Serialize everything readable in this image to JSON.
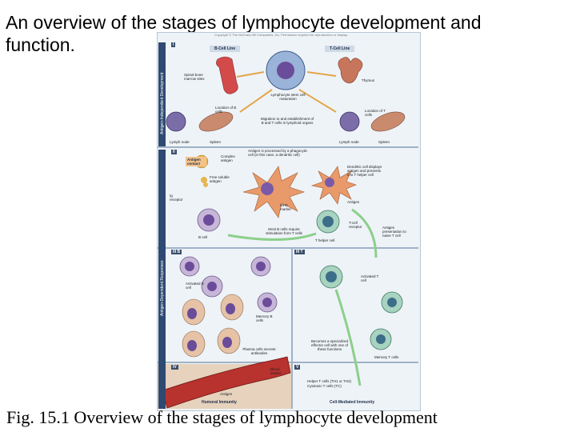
{
  "slide": {
    "title": "An overview of the stages of lymphocyte development and function.",
    "caption": "Fig. 15.1 Overview of the stages of lymphocyte development"
  },
  "figure": {
    "copyright": "Copyright © The McGraw-Hill Companies, Inc. Permission required for reproduction or display.",
    "side_labels": {
      "top": "Antigen-Independent Development",
      "bottom": "Antigen-Dependent Responses"
    },
    "panels": {
      "p1": "I",
      "p2": "II",
      "p3b": "III B",
      "p3t": "III T",
      "p4": "IV",
      "p5": "V"
    },
    "headers": {
      "b_line": "B-Cell Line",
      "t_line": "T-Cell Line"
    },
    "labels": {
      "spinal_marrow": "Spinal bone marrow sites",
      "thymus": "Thymus",
      "stem_cell": "Lymphocyte stem cell maturation",
      "loc_b": "Location of B cells",
      "loc_t": "Location of T cells",
      "migration": "Migration to and establishment of B and T cells in lymphoid organs",
      "lymph_node_left": "Lymph node",
      "spleen_left": "Spleen",
      "lymph_node_right": "Lymph node",
      "spleen_right": "Spleen",
      "antigen_contact": "Antigen contact",
      "complex_antigen": "Complex antigen",
      "antigen_processed": "Antigen is processed by a phagocytic cell (in this case, a dendritic cell)",
      "free_antigen": "Free soluble antigen",
      "dendritic": "Dendritic cell displays antigen and presents it to T helper cell",
      "ig_receptor": "Ig receptor",
      "antigen": "Antigen",
      "mhc": "MHC marker",
      "most_b": "Most B cells require stimulation from T cells",
      "tcell_receptor": "T-cell receptor",
      "antigen_presentation": "Antigen presentation to naive T cell",
      "b_cell": "B cell",
      "t_helper": "T helper cell",
      "activated_b": "Activated B cell",
      "activated_t": "Activated T cell",
      "memory_b": "Memory B cells",
      "plasma": "Plasma cells secrete antibodies",
      "becomes": "Becomes a specialized effector cell with one of these functions",
      "memory_t": "Memory T cells",
      "blood_vessel": "Blood vessel",
      "antigen_bottom": "Antigen",
      "helper_t": "Helper T cells (TH1 or TH2)",
      "cytotoxic": "Cytotoxic T cells (TC)"
    },
    "footers": {
      "humoral": "Humoral Immunity",
      "cell_mediated": "Cell-Mediated Immunity"
    }
  }
}
